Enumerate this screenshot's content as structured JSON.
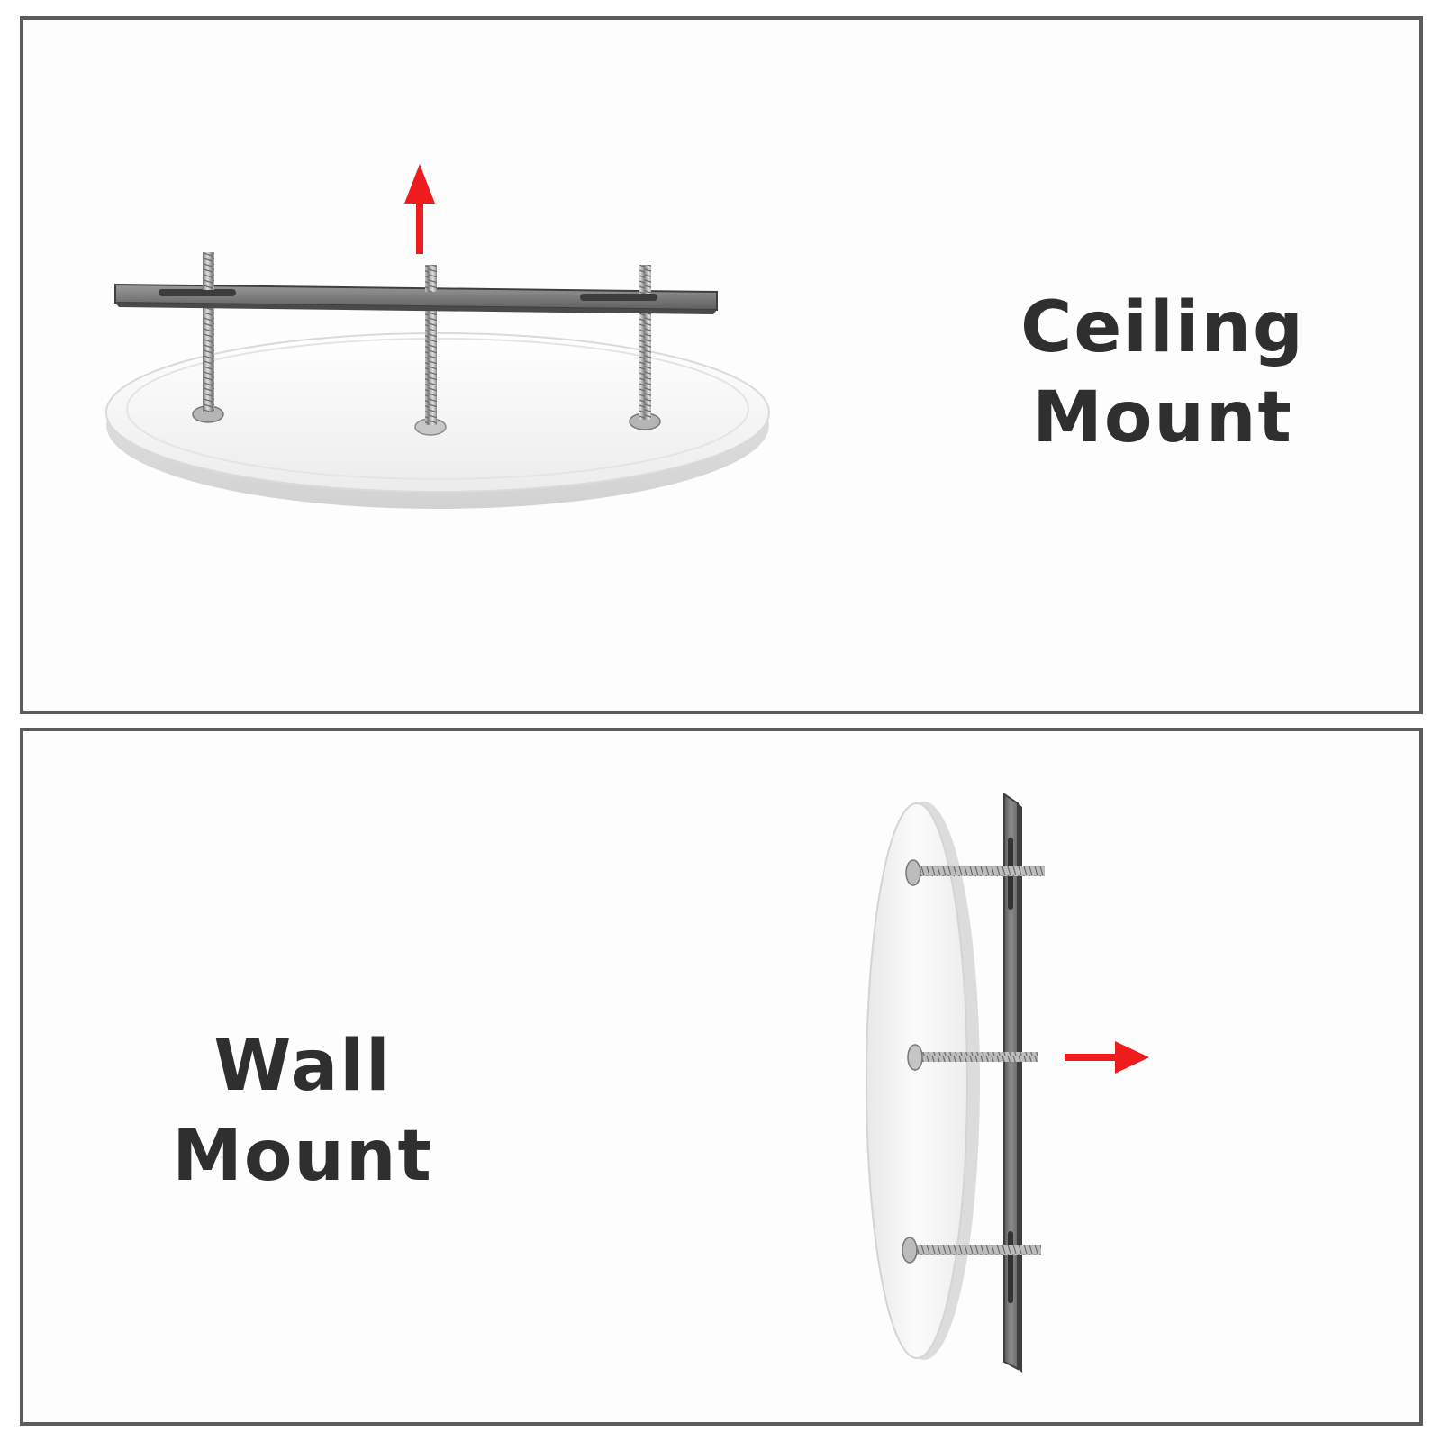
{
  "panels": {
    "ceiling": {
      "title_line1": "Ceiling",
      "title_line2": "Mount",
      "arrow_direction": "up"
    },
    "wall": {
      "title_line1": "Wall",
      "title_line2": "Mount",
      "arrow_direction": "right"
    }
  },
  "colors": {
    "border": "#5c5c5c",
    "label": "#2f2f2f",
    "arrow": "#ee1c1c",
    "bracket": "#6e6e6e",
    "plate": "#f2f2f2"
  },
  "icons": [
    "mounting-plate-illustration",
    "arrow-up-icon",
    "arrow-right-icon"
  ]
}
